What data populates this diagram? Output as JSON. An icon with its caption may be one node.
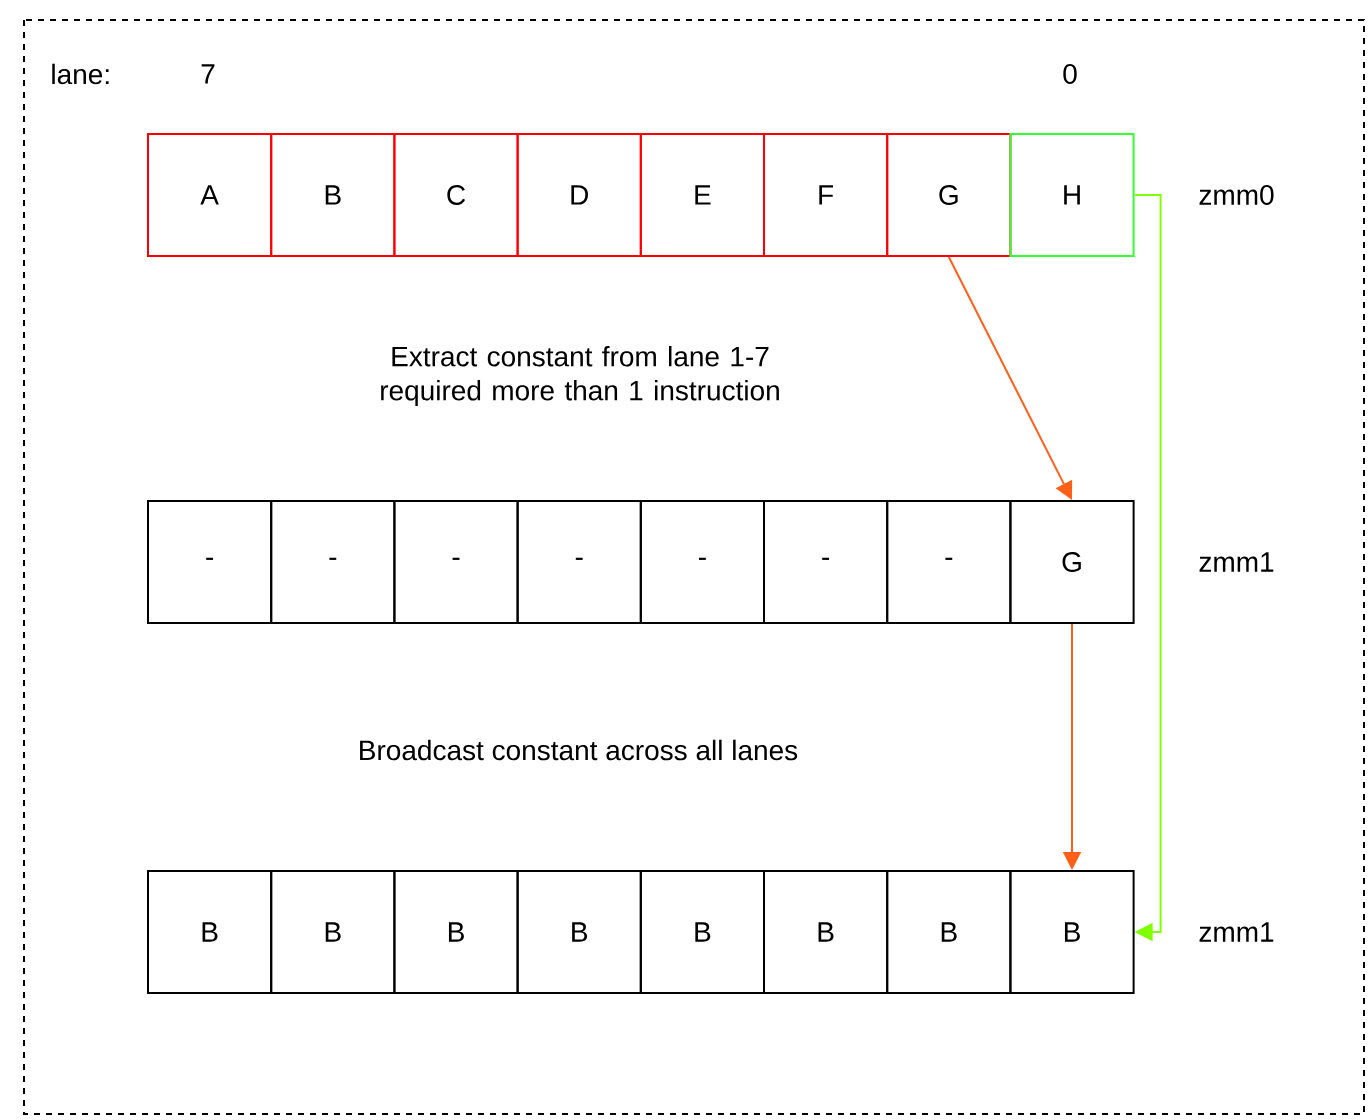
{
  "diagram": {
    "nodes": [
      {
        "text": [
          "A"
        ]
      },
      {
        "text": [
          "B"
        ]
      },
      {
        "text": [
          "C"
        ]
      },
      {
        "text": [
          "D"
        ]
      },
      {
        "text": [
          "E"
        ]
      },
      {
        "text": [
          "F"
        ]
      },
      {
        "text": [
          "G"
        ]
      },
      {
        "text": [
          "H"
        ]
      },
      {
        "text": [
          "-"
        ]
      },
      {
        "text": [
          "-"
        ]
      },
      {
        "text": [
          "-"
        ]
      },
      {
        "text": [
          "-"
        ]
      },
      {
        "text": [
          "-"
        ]
      },
      {
        "text": [
          "-"
        ]
      },
      {
        "text": [
          "-"
        ]
      },
      {
        "text": [
          "G"
        ]
      },
      {
        "text": [
          "B"
        ]
      },
      {
        "text": [
          "B"
        ]
      },
      {
        "text": [
          "B"
        ]
      },
      {
        "text": [
          "B"
        ]
      },
      {
        "text": [
          "B"
        ]
      },
      {
        "text": [
          "B"
        ]
      },
      {
        "text": [
          "B"
        ]
      },
      {
        "text": [
          "B"
        ]
      }
    ],
    "edges": [
      {
        "from": 6,
        "to": 15,
        "arrow": "to",
        "color": "#ff6019"
      },
      {
        "from": 15,
        "to": 23,
        "arrow": "to",
        "color": "#ff6019"
      },
      {
        "from": 7,
        "to": 23,
        "arrow": "to",
        "color": "#80ff00"
      }
    ],
    "labels": [
      "lane:",
      "7",
      "0",
      "zmm0",
      "Extract constant from lane 1-7 required more than 1 instruction",
      "zmm1",
      "Broadcast constant across all lanes",
      "zmm1"
    ]
  }
}
